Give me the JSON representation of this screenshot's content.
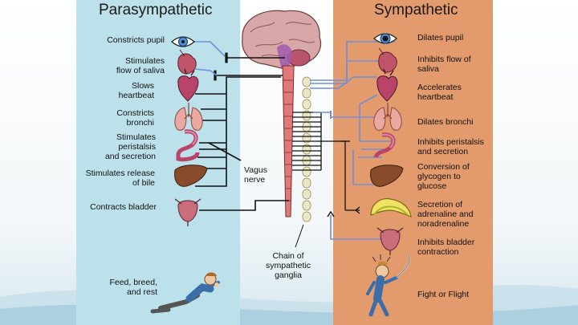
{
  "parasympathetic": {
    "title": "Parasympathetic",
    "effects": [
      "Constricts pupil",
      "Stimulates\nflow of saliva",
      "Slows\nheartbeat",
      "Constricts\nbronchi",
      "Stimulates\nperistalsis\nand secretion",
      "Stimulates release\nof bile",
      "Contracts bladder"
    ],
    "nerve_label": "Vagus\nnerve",
    "state_label": "Feed, breed,\nand rest"
  },
  "sympathetic": {
    "title": "Sympathetic",
    "effects": [
      "Dilates pupil",
      "Inhibits flow of\nsaliva",
      "Accelerates\nheartbeat",
      "Dilates bronchi",
      "Inhibits peristalsis\nand secretion",
      "Conversion of\nglycogen to\nglucose",
      "Secretion of\nadrenaline and\nnoradrenaline",
      "Inhibits bladder\ncontraction"
    ],
    "ganglia_label": "Chain of\nsympathetic\nganglia",
    "state_label": "Fight or Flight"
  },
  "colors": {
    "para_panel": "#bde1ea",
    "symp_panel": "#e39a6c",
    "spinal_cord": "#e07a7a",
    "ganglia": "#ece7c4",
    "fiber_dark": "#111111",
    "fiber_blue": "#6f8fd6"
  }
}
